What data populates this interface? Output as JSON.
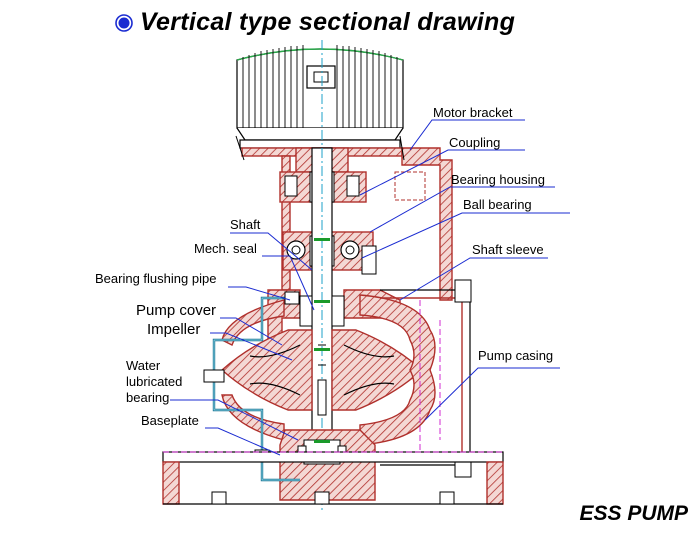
{
  "title": "Vertical type sectional drawing",
  "brand": "ESS PUMP",
  "colors": {
    "leader_lines": "#1a2bd1",
    "section_hatch": "#b0302c",
    "centerline": "#1da2c8",
    "bullet": "#1a2bd1",
    "motor_arc": "#2aa84a"
  },
  "labels": {
    "motor_bracket": "Motor bracket",
    "coupling": "Coupling",
    "bearing_housing": "Bearing housing",
    "ball_bearing": "Ball bearing",
    "shaft": "Shaft",
    "mech_seal": "Mech. seal",
    "shaft_sleeve": "Shaft sleeve",
    "bearing_flushing_pipe": "Bearing flushing pipe",
    "pump_cover": "Pump cover",
    "impeller": "Impeller",
    "water_lubricated_1": "Water",
    "water_lubricated_2": "lubricated",
    "water_lubricated_3": "bearing",
    "pump_casing": "Pump casing",
    "baseplate": "Baseplate"
  }
}
